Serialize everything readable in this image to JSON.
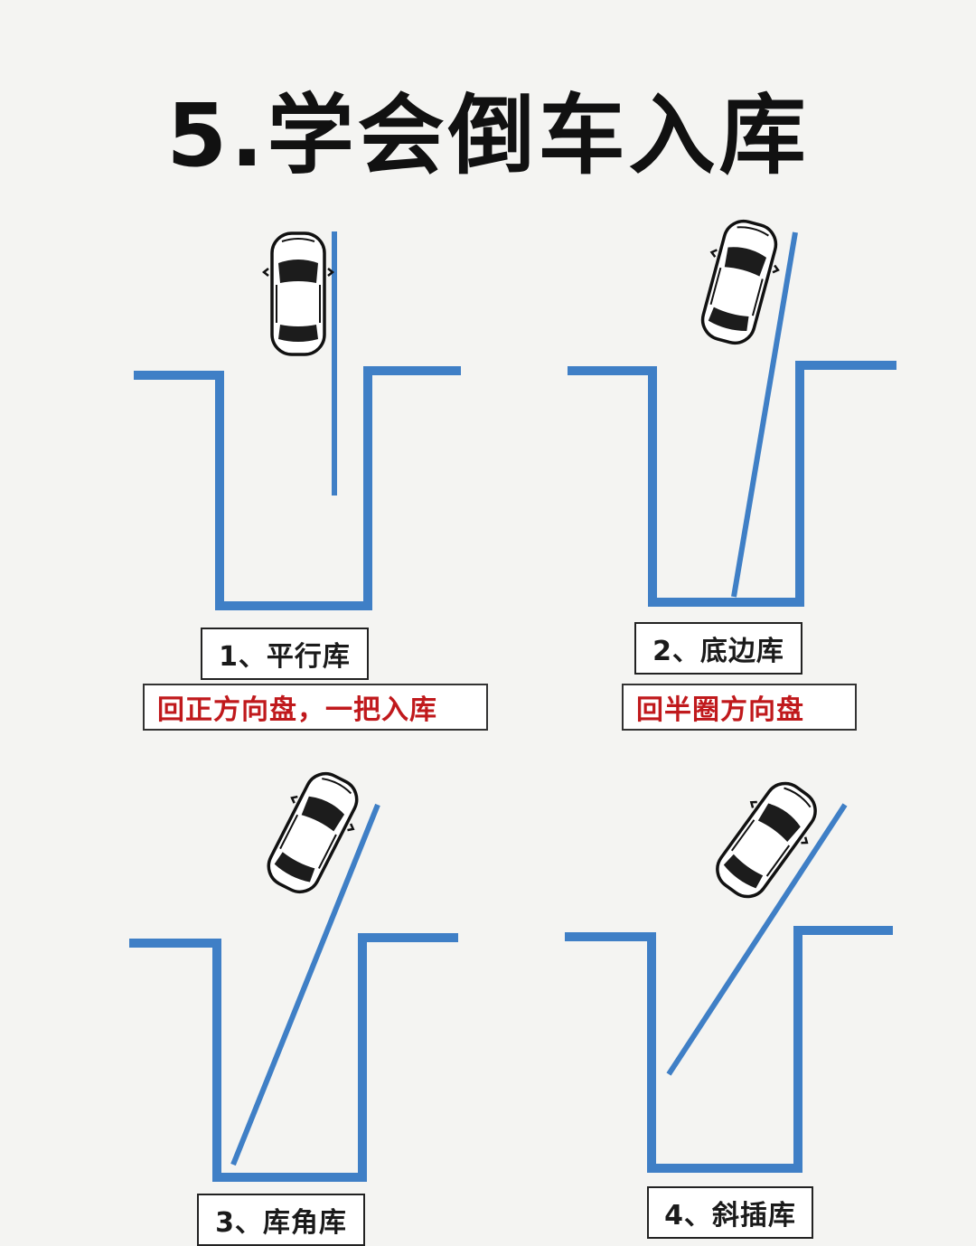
{
  "title": "5.学会倒车入库",
  "colors": {
    "line": "#3f7fc6",
    "tip": "#c0191c"
  },
  "panels": [
    {
      "label": "1、平行库",
      "tip": "回正方向盘，一把入库"
    },
    {
      "label": "2、底边库",
      "tip": "回半圈方向盘"
    },
    {
      "label": "3、库角库"
    },
    {
      "label": "4、斜插库"
    }
  ]
}
